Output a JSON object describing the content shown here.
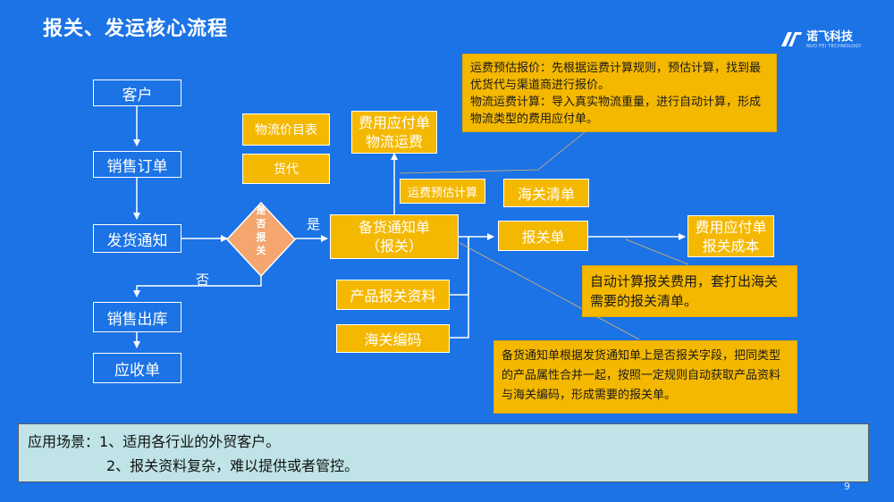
{
  "title": "报关、发运核心流程",
  "logo": {
    "name": "诺飞科技",
    "sub": "NUO FEI TECHNOLOGY"
  },
  "nodes": {
    "customer": "客户",
    "sales_order": "销售订单",
    "ship_notice": "发货通知",
    "sales_outbound": "销售出库",
    "receivable": "应收单",
    "declare_decision": "是否报关",
    "yes": "是",
    "no": "否",
    "prep_notice_line1": "备货通知单",
    "prep_notice_line2": "（报关）",
    "price_list": "物流价目表",
    "forwarder": "货代",
    "freight_payable_line1": "费用应付单",
    "freight_payable_line2": "物流运费",
    "freight_estimate": "运费预估计算",
    "customs_clearance": "海关清单",
    "declaration_form": "报关单",
    "customs_payable_line1": "费用应付单",
    "customs_payable_line2": "报关成本",
    "product_customs_info": "产品报关资料",
    "hs_code": "海关编码"
  },
  "notes": {
    "freight": {
      "p1": "运费预估报价：先根据运费计算规则，预估计算，找到最优货代与渠道商进行报价。",
      "p2": "物流运费计算：导入真实物流重量，进行自动计算，形成物流类型的费用应付单。"
    },
    "customs_fee": "自动计算报关费用，套打出海关需要的报关清单。",
    "prep_notice": "备货通知单根据发货通知单上是否报关字段，把同类型的产品属性合并一起，按照一定规则自动获取产品资料与海关编码，形成需要的报关单。"
  },
  "scenario": {
    "label": "应用场景：",
    "item1": "1、适用各行业的外贸客户。",
    "item2": "2、报关资料复杂，难以提供或者管控。"
  },
  "page_number": "9",
  "colors": {
    "background": "#1b73e6",
    "accent": "#f5b800",
    "scenario_bg": "#bfe3e6"
  }
}
